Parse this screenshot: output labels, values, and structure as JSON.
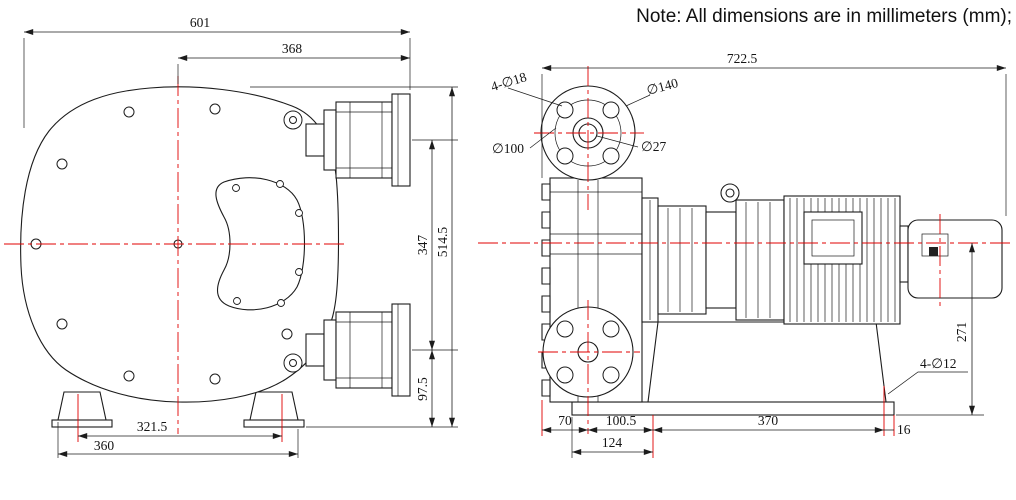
{
  "note": "Note: All dimensions are in millimeters (mm);",
  "colors": {
    "line": "#1c1c1c",
    "centerline": "#e00000",
    "background": "#ffffff"
  },
  "front": {
    "overall_width": "601",
    "port_extent": "368",
    "port_centers": "347",
    "overall_height": "514.5",
    "port_to_base": "97.5",
    "anchor_spacing": "321.5",
    "base_width": "360"
  },
  "side": {
    "overall_length": "722.5",
    "flange_holes": "4-∅18",
    "flange_od": "∅140",
    "flange_bcd": "∅100",
    "flange_bore": "∅27",
    "axis_height": "271",
    "base_holes": "4-∅12",
    "seg_a": "70",
    "seg_b": "100.5",
    "seg_c": "370",
    "seg_d": "16",
    "seg_e": "124"
  }
}
